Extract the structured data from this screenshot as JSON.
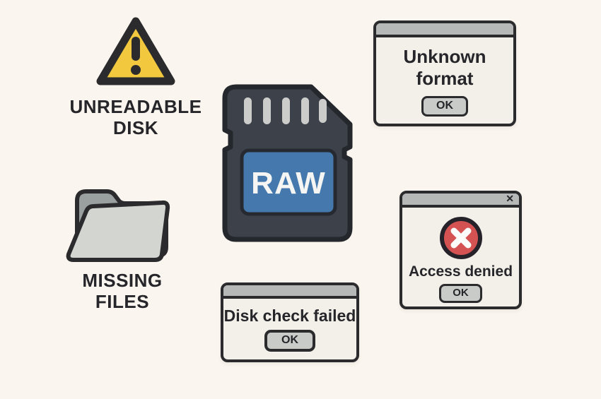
{
  "palette": {
    "background": "#faf5ee",
    "ink": "#26262a",
    "outline": "#2b2b2e",
    "warning_yellow": "#f2c83f",
    "error_red": "#d45252",
    "label_blue": "#4579ad",
    "card_dark": "#3d424a",
    "pin_gray": "#cccccb",
    "titlebar_gray": "#b6b8b7",
    "button_gray": "#c9cbc9",
    "folder_back_gray": "#9aa09f",
    "folder_front_gray": "#d3d5d1",
    "window_bg": "#f3f0ea"
  },
  "labels": {
    "unreadable_disk": {
      "line1": "UNREADABLE",
      "line2": "DISK"
    },
    "missing_files": {
      "line1": "MISSING",
      "line2": "FILES"
    }
  },
  "sd_card": {
    "text": "RAW"
  },
  "dialogs": {
    "unknown_format": {
      "line1": "Unknown",
      "line2": "format",
      "ok": "OK"
    },
    "access_denied": {
      "message": "Access denied",
      "ok": "OK",
      "close_glyph": "✕"
    },
    "disk_check_failed": {
      "message": "Disk check failed",
      "ok": "OK"
    }
  }
}
